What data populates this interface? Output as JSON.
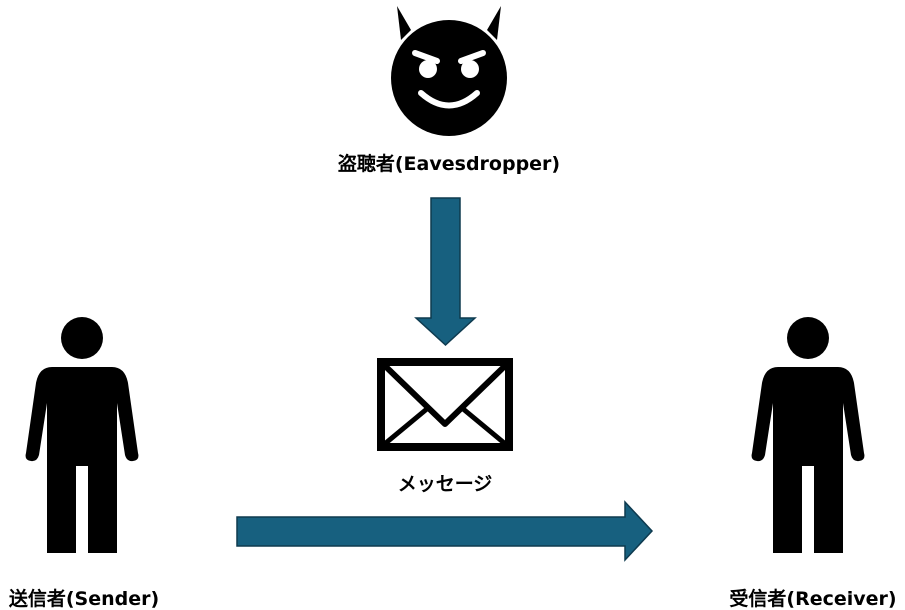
{
  "nodes": {
    "eavesdropper": {
      "label": "盗聴者(Eavesdropper)",
      "icon": "devil-face-icon"
    },
    "message": {
      "label": "メッセージ",
      "icon": "envelope-icon"
    },
    "sender": {
      "label": "送信者(Sender)",
      "icon": "person-icon"
    },
    "receiver": {
      "label": "受信者(Receiver)",
      "icon": "person-icon"
    }
  },
  "edges": [
    {
      "from": "eavesdropper",
      "to": "message",
      "direction": "down"
    },
    {
      "from": "sender",
      "to": "receiver",
      "direction": "right"
    }
  ],
  "colors": {
    "arrow_fill": "#17607f",
    "arrow_stroke": "#0e3a4f",
    "icon": "#000000",
    "background": "#ffffff"
  }
}
